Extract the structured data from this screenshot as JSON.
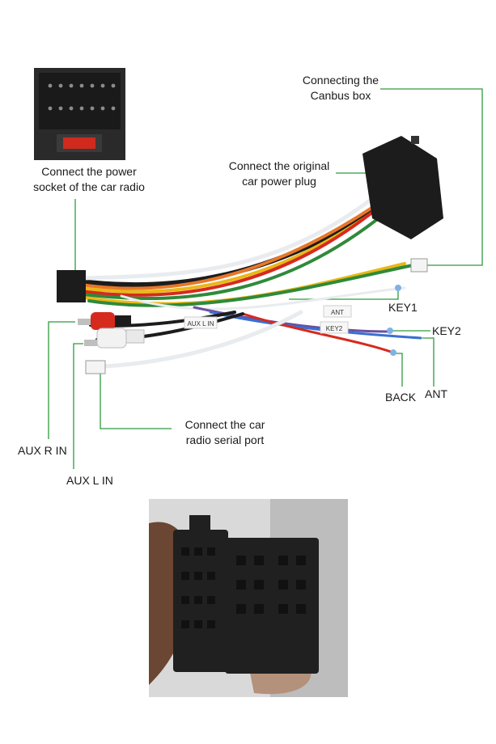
{
  "labels": {
    "canbus": [
      "Connecting the",
      "Canbus box"
    ],
    "power_socket": [
      "Connect the power",
      "socket of the car radio"
    ],
    "original_plug": [
      "Connect the original",
      "car power plug"
    ],
    "key1": "KEY1",
    "key2": "KEY2",
    "back": "BACK",
    "ant": "ANT",
    "serial": [
      "Connect the car",
      "radio serial port"
    ],
    "aux_r": "AUX R IN",
    "aux_l": "AUX L IN"
  },
  "wire_tags": {
    "ant_tag": "ANT",
    "key_tag": "KEY2",
    "aux_tag": "AUX L IN"
  },
  "colors": {
    "leader_line": "#2e9a3e",
    "connector": "#1c1c1c",
    "wire_red": "#d62a1e",
    "wire_yellow": "#e9b817",
    "wire_green": "#2f8a3a",
    "wire_orange": "#e7772a",
    "wire_white": "#e9ecef",
    "wire_purple": "#6b4fa0",
    "wire_blue": "#3a6fd0"
  }
}
